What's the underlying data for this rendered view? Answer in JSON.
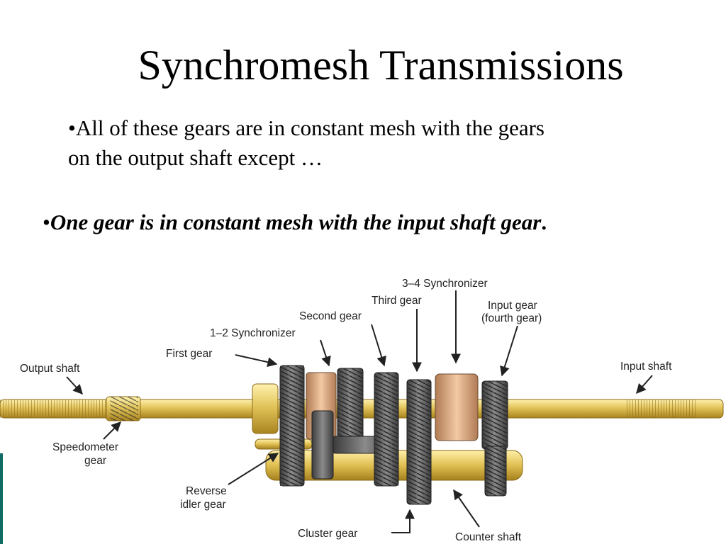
{
  "slide": {
    "title": "Synchromesh Transmissions",
    "bullet1": {
      "marker": "•",
      "line1": "All of these gears are in constant mesh with the gears",
      "line2": "on the output shaft except …"
    },
    "bullet2": {
      "marker": "•",
      "emphasis": "One gear is in constant mesh with the input shaft gear",
      "tail": "."
    }
  },
  "diagram": {
    "labels": {
      "synchronizer_34": "3–4 Synchronizer",
      "third_gear": "Third gear",
      "input_gear_1": "Input gear",
      "input_gear_2": "(fourth gear)",
      "second_gear": "Second gear",
      "synchronizer_12": "1–2 Synchronizer",
      "first_gear": "First gear",
      "output_shaft": "Output shaft",
      "input_shaft": "Input shaft",
      "speedometer_1": "Speedometer",
      "speedometer_2": "gear",
      "reverse_1": "Reverse",
      "reverse_2": "idler gear",
      "cluster_gear": "Cluster gear",
      "counter_shaft": "Counter shaft"
    },
    "colors": {
      "shaft": "#e2c45a",
      "shaft_dark": "#b08d20",
      "gear_dark": "#5a5a5a",
      "gear_light": "#d9a77f",
      "sidebar": "#0f6b63"
    }
  }
}
